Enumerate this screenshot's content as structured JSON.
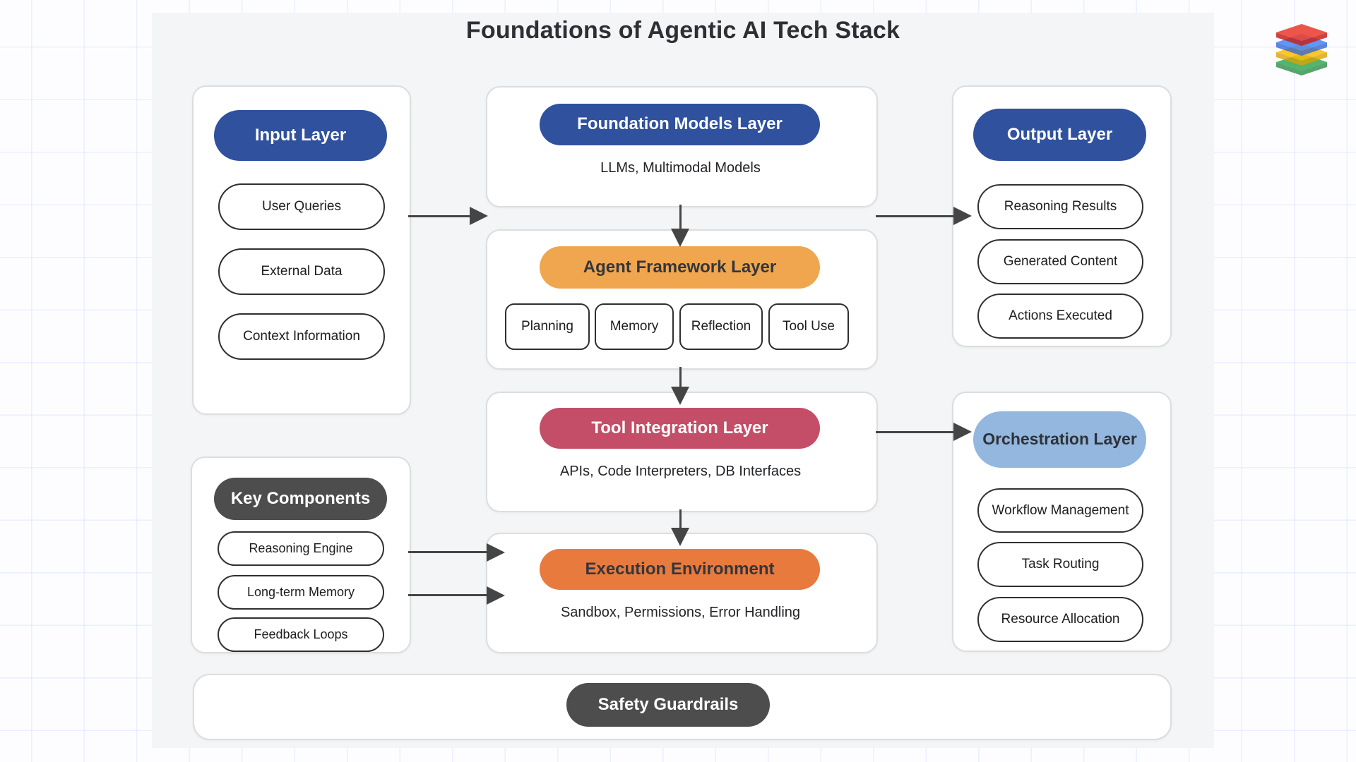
{
  "title": "Foundations of Agentic AI Tech Stack",
  "logo": {
    "icon": "layers-stack-icon",
    "layer_colors": [
      "#ea4335",
      "#4285f4",
      "#fbbc05",
      "#34a853"
    ]
  },
  "colors": {
    "blue_pill": "#2f519e",
    "amber_pill": "#f0a64f",
    "rose_pill": "#c44e67",
    "orange_pill": "#e87a3d",
    "light_blue_pill": "#93b7de",
    "dark_pill": "#4d4d4d",
    "arrow": "#454545",
    "canvas_background": "#f4f5f6"
  },
  "cards": {
    "input": {
      "header": "Input Layer",
      "items": [
        "User Queries",
        "External Data",
        "Context Information"
      ]
    },
    "foundation": {
      "header": "Foundation Models Layer",
      "subtitle": "LLMs, Multimodal Models"
    },
    "agent": {
      "header": "Agent Framework Layer",
      "items": [
        "Planning",
        "Memory",
        "Reflection",
        "Tool Use"
      ]
    },
    "tool_integration": {
      "header": "Tool Integration Layer",
      "subtitle": "APIs, Code Interpreters, DB Interfaces"
    },
    "execution": {
      "header": "Execution Environment",
      "subtitle": "Sandbox, Permissions, Error Handling"
    },
    "output": {
      "header": "Output Layer",
      "items": [
        "Reasoning Results",
        "Generated Content",
        "Actions Executed"
      ]
    },
    "orchestration": {
      "header": "Orchestration Layer",
      "items": [
        "Workflow Management",
        "Task Routing",
        "Resource Allocation"
      ]
    },
    "key_components": {
      "header": "Key Components",
      "items": [
        "Reasoning Engine",
        "Long-term Memory",
        "Feedback Loops"
      ]
    },
    "safety": {
      "header": "Safety Guardrails"
    }
  }
}
